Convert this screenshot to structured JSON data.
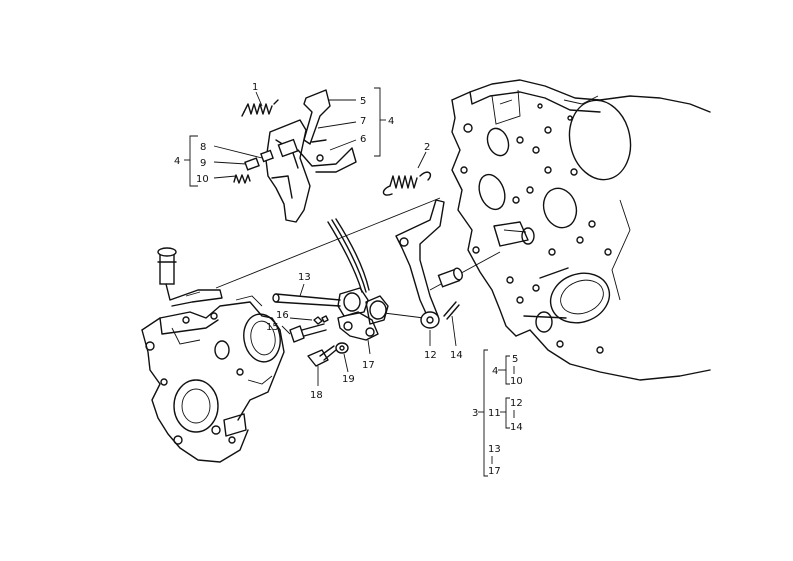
{
  "callouts": {
    "c1": "1",
    "c2": "2",
    "c4a": "4",
    "c4b": "4",
    "c5": "5",
    "c6": "6",
    "c7": "7",
    "c8": "8",
    "c9": "9",
    "c10": "10",
    "c12": "12",
    "c13": "13",
    "c14": "14",
    "c15": "15",
    "c16": "16",
    "c17": "17",
    "c18": "18",
    "c19": "19"
  },
  "legend": {
    "g1_parent": "4",
    "g1_from": "5",
    "g1_to": "10",
    "g2_parent": "3",
    "g2_mid": "11",
    "g2_from": "12",
    "g2_to": "14",
    "g3_from": "13",
    "g3_to": "17"
  }
}
